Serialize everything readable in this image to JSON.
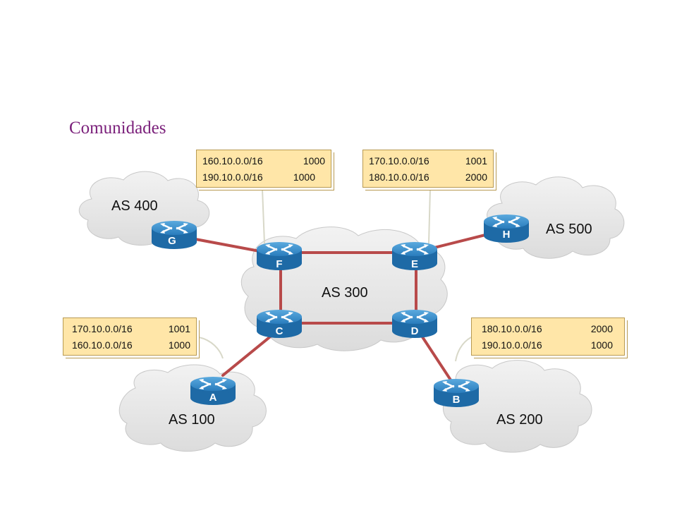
{
  "title": "Comunidades",
  "as_labels": {
    "as400": "AS 400",
    "as500": "AS 500",
    "as300": "AS 300",
    "as100": "AS 100",
    "as200": "AS 200"
  },
  "routers": {
    "a": "A",
    "b": "B",
    "c": "C",
    "d": "D",
    "e": "E",
    "f": "F",
    "g": "G",
    "h": "H"
  },
  "tables": {
    "top_left": [
      {
        "prefix": "160.10.0.0/16",
        "community": "1000"
      },
      {
        "prefix": "190.10.0.0/16",
        "community": "1000"
      }
    ],
    "top_right": [
      {
        "prefix": "170.10.0.0/16",
        "community": "1001"
      },
      {
        "prefix": "180.10.0.0/16",
        "community": "2000"
      }
    ],
    "bottom_left": [
      {
        "prefix": "170.10.0.0/16",
        "community": "1001"
      },
      {
        "prefix": "160.10.0.0/16",
        "community": "1000"
      }
    ],
    "bottom_right": [
      {
        "prefix": "180.10.0.0/16",
        "community": "2000"
      },
      {
        "prefix": "190.10.0.0/16",
        "community": "1000"
      }
    ]
  },
  "colors": {
    "link": "#b84a4a",
    "router": "#2e86c6",
    "cloud": "#e6e6e6",
    "title": "#7a1f7a",
    "table_fill": "#ffe6a8"
  }
}
